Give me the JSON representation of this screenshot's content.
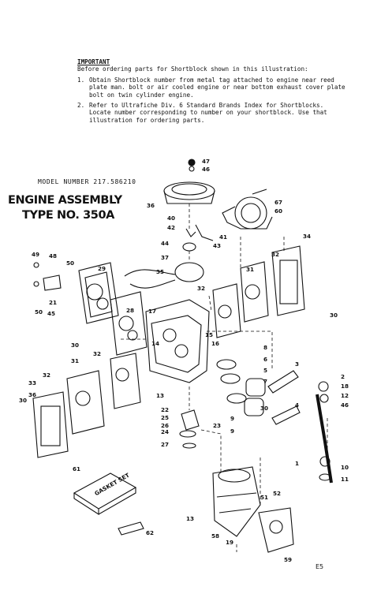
{
  "notes": {
    "important": "IMPORTANT",
    "intro": "Before ordering parts for Shortblock shown in this illustration:",
    "step1_num": "1.",
    "step1": "Obtain Shortblock number from metal tag attached to engine near reed plate man. bolt or air cooled engine or near bottom exhaust cover plate bolt on twin cylinder engine.",
    "step2_num": "2.",
    "step2": "Refer to Ultrafiche Div. 6 Standard Brands Index for Shortblocks. Locate number corresponding to number on your shortblock. Use that illustration for ordering parts."
  },
  "model_number": "MODEL NUMBER 217.586210",
  "title_line1": "ENGINE ASSEMBLY",
  "title_line2": "TYPE NO. 350A",
  "gasket_label": "GASKET SET",
  "page_code": "E5",
  "callouts": [
    "47",
    "46",
    "36",
    "67",
    "40",
    "42",
    "60",
    "41",
    "43",
    "44",
    "34",
    "37",
    "35",
    "49",
    "48",
    "50",
    "29",
    "21",
    "45",
    "50",
    "28",
    "32",
    "31",
    "32",
    "30",
    "17",
    "14",
    "15",
    "16",
    "30",
    "32",
    "8",
    "31",
    "33",
    "32",
    "36",
    "30",
    "3",
    "6",
    "5",
    "7",
    "18",
    "12",
    "2",
    "4",
    "46",
    "13",
    "22",
    "25",
    "26",
    "24",
    "23",
    "27",
    "30",
    "61",
    "9",
    "1",
    "9",
    "10",
    "11",
    "52",
    "51",
    "13",
    "62",
    "58",
    "19",
    "59"
  ]
}
